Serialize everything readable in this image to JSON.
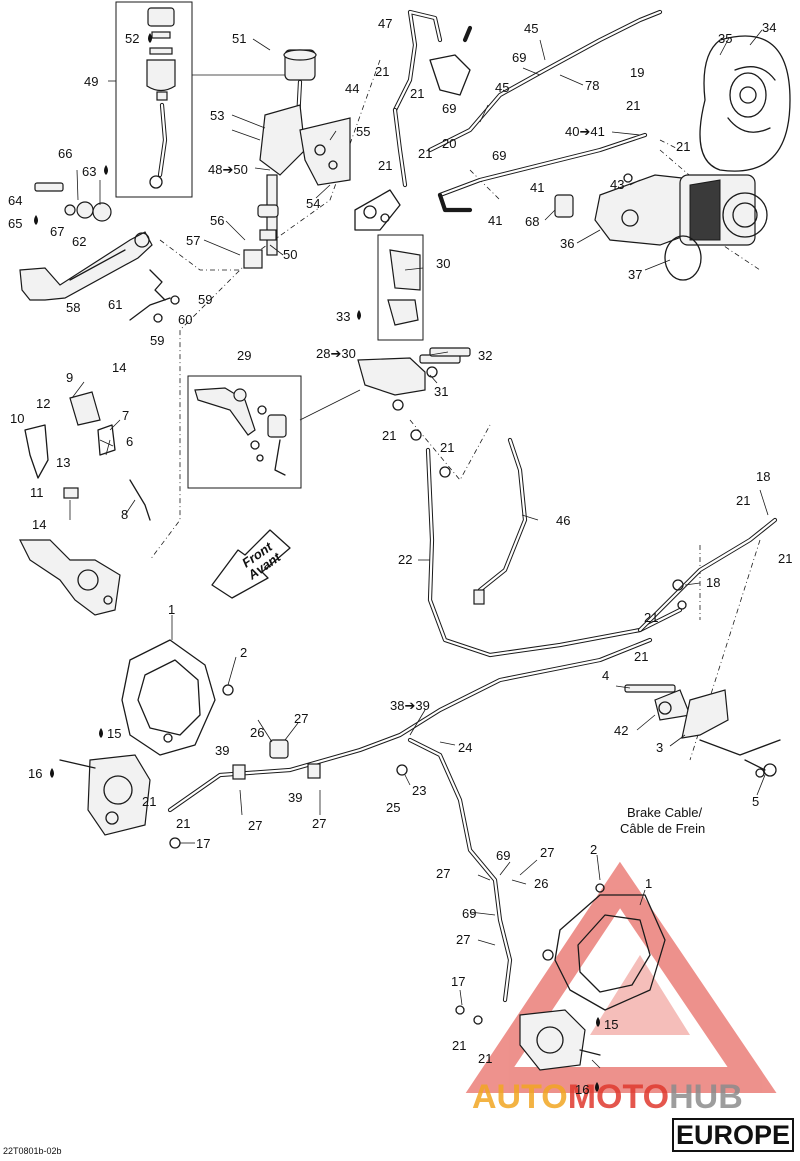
{
  "diagram": {
    "drawing_code": "22T0801b-02b",
    "region_tag": "EUROPE",
    "watermark": {
      "prefix": "AUTO",
      "middle": "MOTO",
      "suffix": "HUB"
    },
    "front_arrow": {
      "line1": "Front",
      "line2": "Avant"
    },
    "brake_cable_label": {
      "line1": "Brake Cable/",
      "line2": "Câble de Frein"
    },
    "callouts": {
      "c1a": "1",
      "c2a": "2",
      "c3": "3",
      "c4": "4",
      "c5": "5",
      "c6": "6",
      "c7": "7",
      "c8": "8",
      "c9": "9",
      "c10": "10",
      "c11": "11",
      "c12": "12",
      "c13": "13",
      "c14a": "14",
      "c14b": "14",
      "c15a": "15",
      "c16a": "16",
      "c17a": "17",
      "c18a": "18",
      "c18b": "18",
      "c19": "19",
      "c20": "20",
      "c21_1": "21",
      "c21_2": "21",
      "c21_3": "21",
      "c21_4": "21",
      "c21_5": "21",
      "c21_6": "21",
      "c21_7": "21",
      "c21_8": "21",
      "c21_9": "21",
      "c21_10": "21",
      "c21_11": "21",
      "c21_12": "21",
      "c21_13": "21",
      "c21_14": "21",
      "c21_15": "21",
      "c21_16": "21",
      "c22": "22",
      "c23": "23",
      "c24": "24",
      "c25": "25",
      "c26a": "26",
      "c26b": "26",
      "c27a": "27",
      "c27b": "27",
      "c27c": "27",
      "c27d": "27",
      "c27e": "27",
      "c27f": "27",
      "c28": "28➔30",
      "c29": "29",
      "c30": "30",
      "c31": "31",
      "c32": "32",
      "c33": "33",
      "c34": "34",
      "c35": "35",
      "c36": "36",
      "c37": "37",
      "c38": "38➔39",
      "c39a": "39",
      "c39b": "39",
      "c40": "40➔41",
      "c41a": "41",
      "c41b": "41",
      "c42": "42",
      "c43": "43",
      "c44": "44",
      "c45a": "45",
      "c45b": "45",
      "c46": "46",
      "c47": "47",
      "c48": "48➔50",
      "c49": "49",
      "c50": "50",
      "c51": "51",
      "c52": "52",
      "c53": "53",
      "c54": "54",
      "c55": "55",
      "c56": "56",
      "c57": "57",
      "c58": "58",
      "c59a": "59",
      "c59b": "59",
      "c60": "60",
      "c61": "61",
      "c62": "62",
      "c63": "63",
      "c64": "64",
      "c65": "65",
      "c66": "66",
      "c67": "67",
      "c68": "68",
      "c69a": "69",
      "c69b": "69",
      "c69c": "69",
      "c69d": "69",
      "c69e": "69",
      "c78": "78",
      "c1b": "1",
      "c2b": "2",
      "c15b": "15",
      "c16b": "16",
      "c17b": "17"
    }
  },
  "colors": {
    "line": "#1a1a1a",
    "watermark_red": "#e0392f",
    "watermark_orange": "#f2a623",
    "watermark_gray": "#8c8c8c"
  }
}
